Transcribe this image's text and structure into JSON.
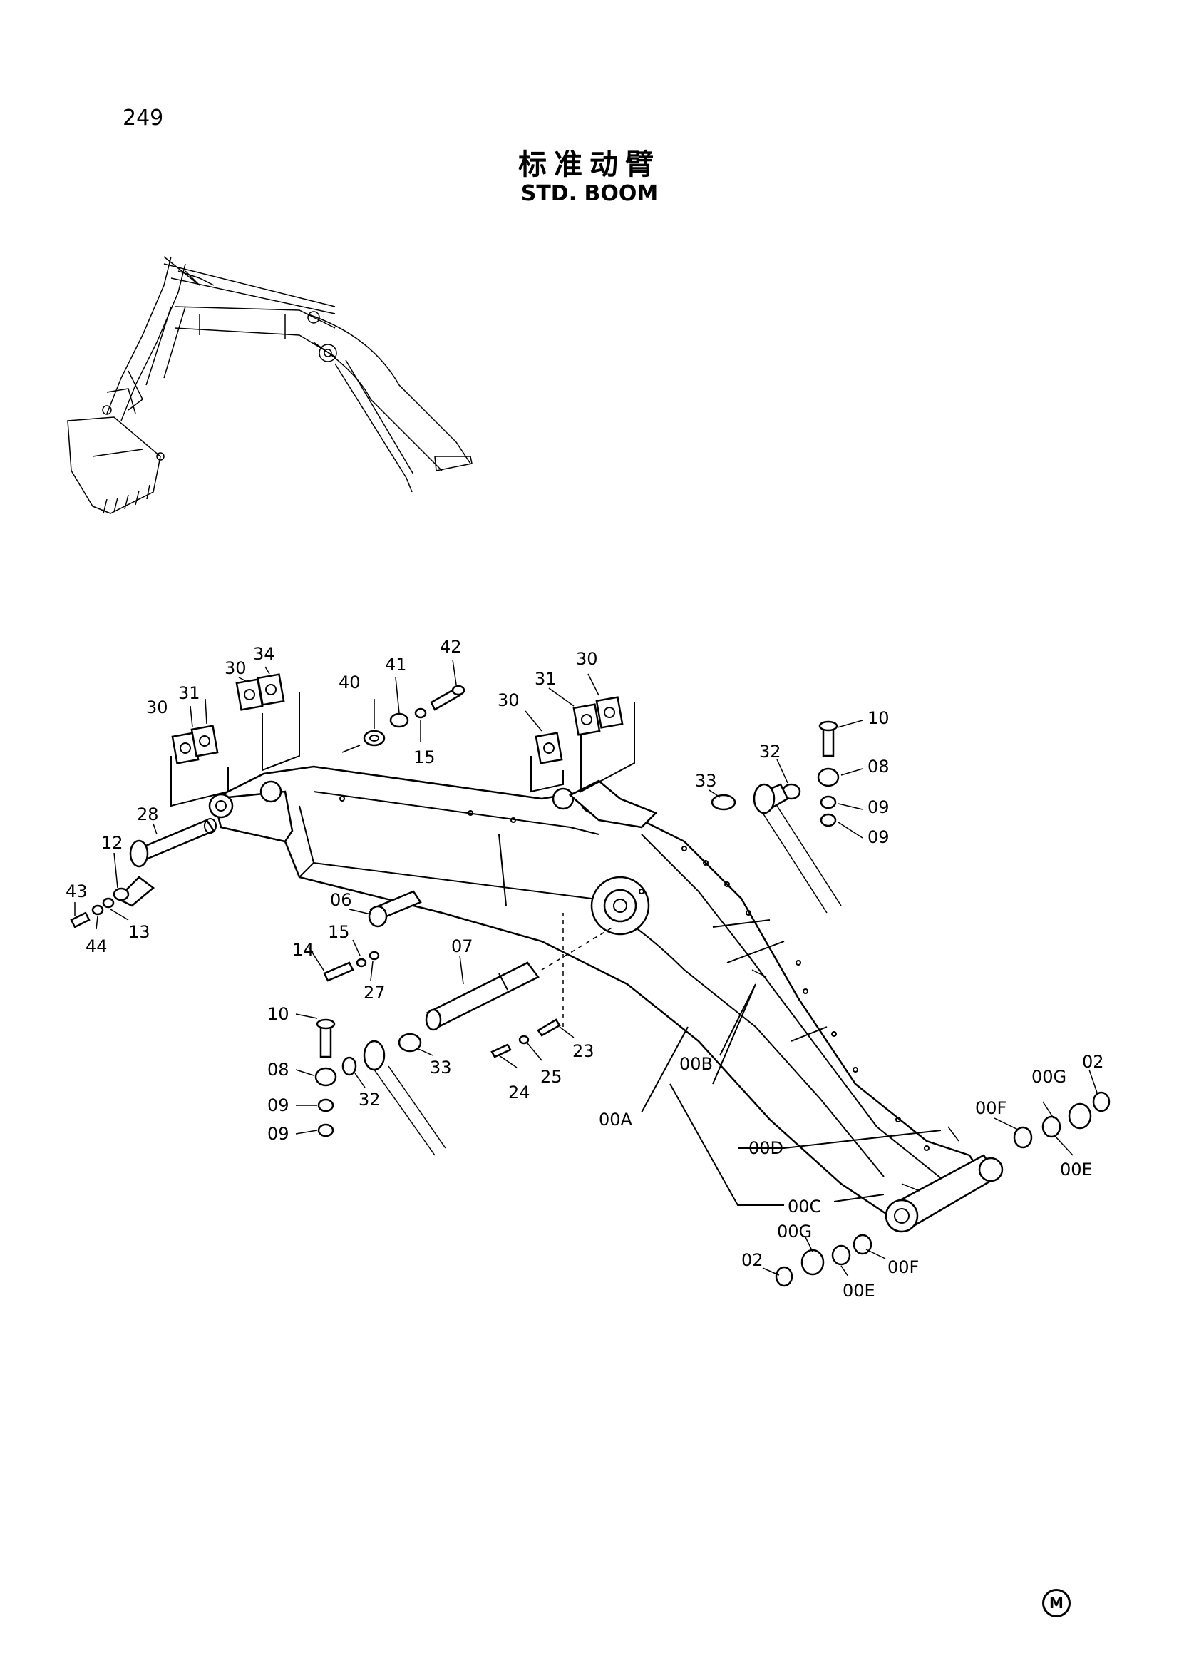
{
  "page_number": "249",
  "title_cn": "标准动臂",
  "title_en": "STD. BOOM",
  "mark": "M",
  "callouts": [
    {
      "id": "c30a",
      "text": "30"
    },
    {
      "id": "c31a",
      "text": "31"
    },
    {
      "id": "c30b",
      "text": "30"
    },
    {
      "id": "c34",
      "text": "34"
    },
    {
      "id": "c40",
      "text": "40"
    },
    {
      "id": "c41",
      "text": "41"
    },
    {
      "id": "c42",
      "text": "42"
    },
    {
      "id": "c15a",
      "text": "15"
    },
    {
      "id": "c30c",
      "text": "30"
    },
    {
      "id": "c31b",
      "text": "31"
    },
    {
      "id": "c30d",
      "text": "30"
    },
    {
      "id": "c10a",
      "text": "10"
    },
    {
      "id": "c08a",
      "text": "08"
    },
    {
      "id": "c09a",
      "text": "09"
    },
    {
      "id": "c09b",
      "text": "09"
    },
    {
      "id": "c32a",
      "text": "32"
    },
    {
      "id": "c33a",
      "text": "33"
    },
    {
      "id": "c28",
      "text": "28"
    },
    {
      "id": "c12",
      "text": "12"
    },
    {
      "id": "c43",
      "text": "43"
    },
    {
      "id": "c44",
      "text": "44"
    },
    {
      "id": "c13",
      "text": "13"
    },
    {
      "id": "c06",
      "text": "06"
    },
    {
      "id": "c15b",
      "text": "15"
    },
    {
      "id": "c14",
      "text": "14"
    },
    {
      "id": "c27",
      "text": "27"
    },
    {
      "id": "c07",
      "text": "07"
    },
    {
      "id": "c10b",
      "text": "10"
    },
    {
      "id": "c08b",
      "text": "08"
    },
    {
      "id": "c09c",
      "text": "09"
    },
    {
      "id": "c09d",
      "text": "09"
    },
    {
      "id": "c32b",
      "text": "32"
    },
    {
      "id": "c33b",
      "text": "33"
    },
    {
      "id": "c23",
      "text": "23"
    },
    {
      "id": "c24",
      "text": "24"
    },
    {
      "id": "c25",
      "text": "25"
    },
    {
      "id": "c00A",
      "text": "00A"
    },
    {
      "id": "c00B",
      "text": "00B"
    },
    {
      "id": "c00D",
      "text": "00D"
    },
    {
      "id": "c00C",
      "text": "00C"
    },
    {
      "id": "c02a",
      "text": "02"
    },
    {
      "id": "c00Ga",
      "text": "00G"
    },
    {
      "id": "c00Fa",
      "text": "00F"
    },
    {
      "id": "c00Ea",
      "text": "00E"
    },
    {
      "id": "c02b",
      "text": "02"
    },
    {
      "id": "c00Gb",
      "text": "00G"
    },
    {
      "id": "c00Eb",
      "text": "00E"
    },
    {
      "id": "c00Fb",
      "text": "00F"
    }
  ]
}
